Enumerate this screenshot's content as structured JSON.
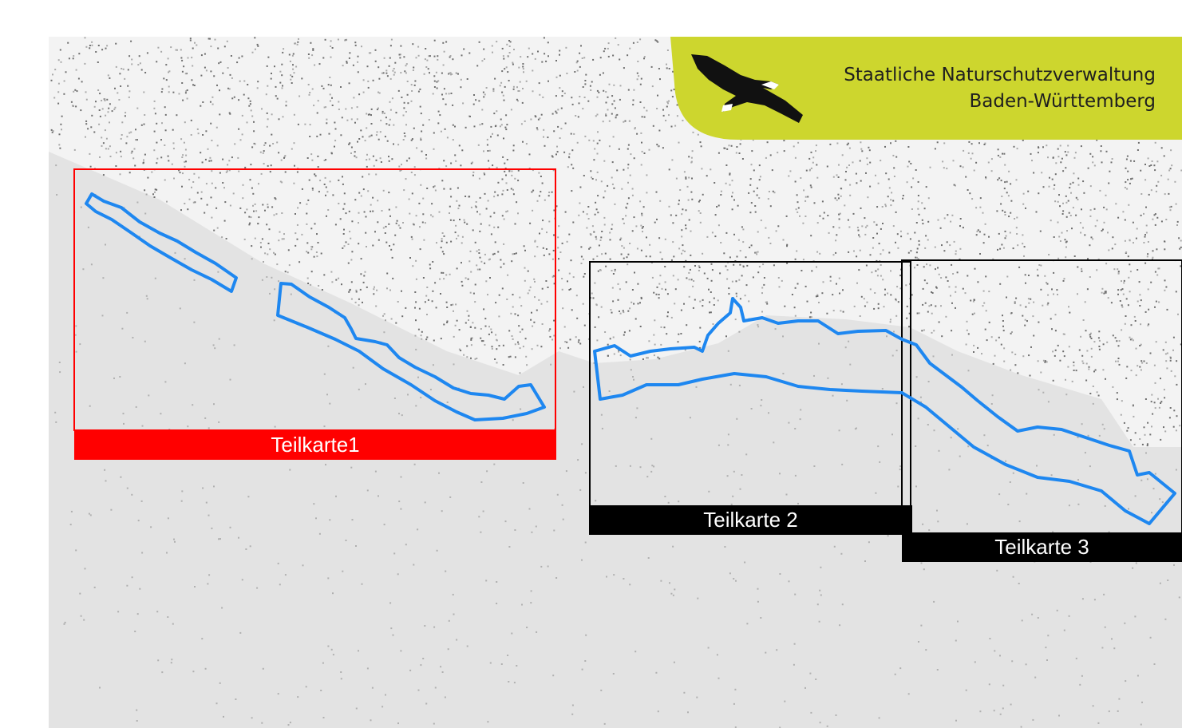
{
  "agency": {
    "line1": "Staatliche Naturschutzverwaltung",
    "line2": "Baden-Württemberg",
    "logo_icon": "eagle-icon",
    "banner_color": "#cdd62e"
  },
  "map": {
    "land_texture": "urban-dot-texture",
    "water_color": "#e3e3e3",
    "land_color": "#f4f4f4",
    "boundary_color": "#1e87f0"
  },
  "sheets": [
    {
      "label": "Teilkarte1",
      "frame_color": "#ff0000",
      "label_bg": "#ff0000"
    },
    {
      "label": "Teilkarte 2",
      "frame_color": "#000000",
      "label_bg": "#000000"
    },
    {
      "label": "Teilkarte 3",
      "frame_color": "#000000",
      "label_bg": "#000000"
    }
  ]
}
